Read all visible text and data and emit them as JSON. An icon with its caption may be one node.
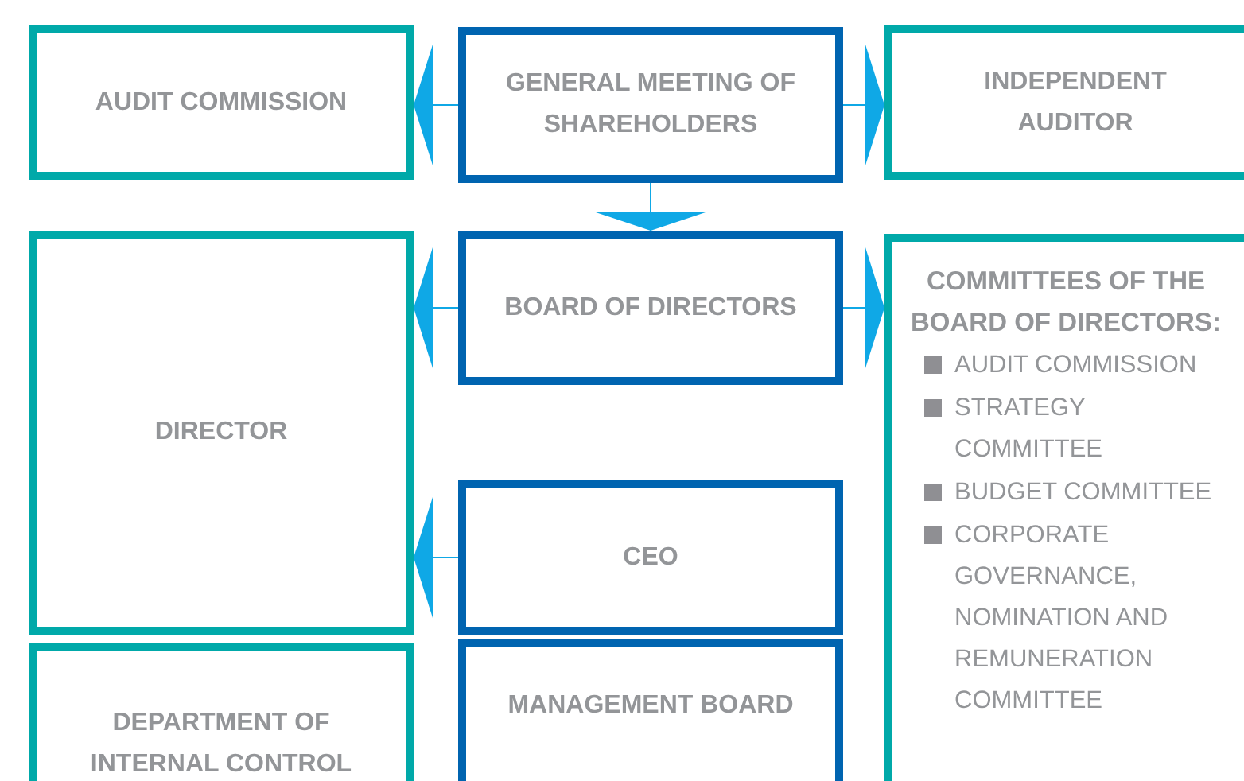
{
  "diagram": {
    "nodes": [
      {
        "text": [
          "AUDIT COMMISSION"
        ]
      },
      {
        "text": [
          "GENERAL MEETING OF SHAREHOLDERS"
        ]
      },
      {
        "text": [
          "INDEPENDENT AUDITOR"
        ]
      },
      {
        "text": [
          "DIRECTOR"
        ]
      },
      {
        "text": [
          "BOARD OF DIRECTORS"
        ]
      },
      {
        "text": [
          "COMMITTEES OF THE BOARD OF DIRECTORS:",
          "AUDIT COMMISSION",
          "STRATEGY COMMITTEE",
          "BUDGET COMMITTEE",
          "CORPORATE GOVERNANCE, NOMINATION AND REMUNERATION COMMITTEE"
        ]
      },
      {
        "text": [
          "CEO"
        ]
      },
      {
        "text": [
          "DEPARTMENT OF INTERNAL CONTROL"
        ]
      },
      {
        "text": [
          "MANAGEMENT BOARD"
        ]
      }
    ],
    "edges": [
      {
        "from": 1,
        "to": 0,
        "arrow": "to"
      },
      {
        "from": 1,
        "to": 2,
        "arrow": "to"
      },
      {
        "from": 1,
        "to": 4,
        "arrow": "to"
      },
      {
        "from": 4,
        "to": 3,
        "arrow": "to"
      },
      {
        "from": 4,
        "to": 5,
        "arrow": "to"
      },
      {
        "from": 6,
        "to": 3,
        "arrow": "to"
      }
    ]
  }
}
